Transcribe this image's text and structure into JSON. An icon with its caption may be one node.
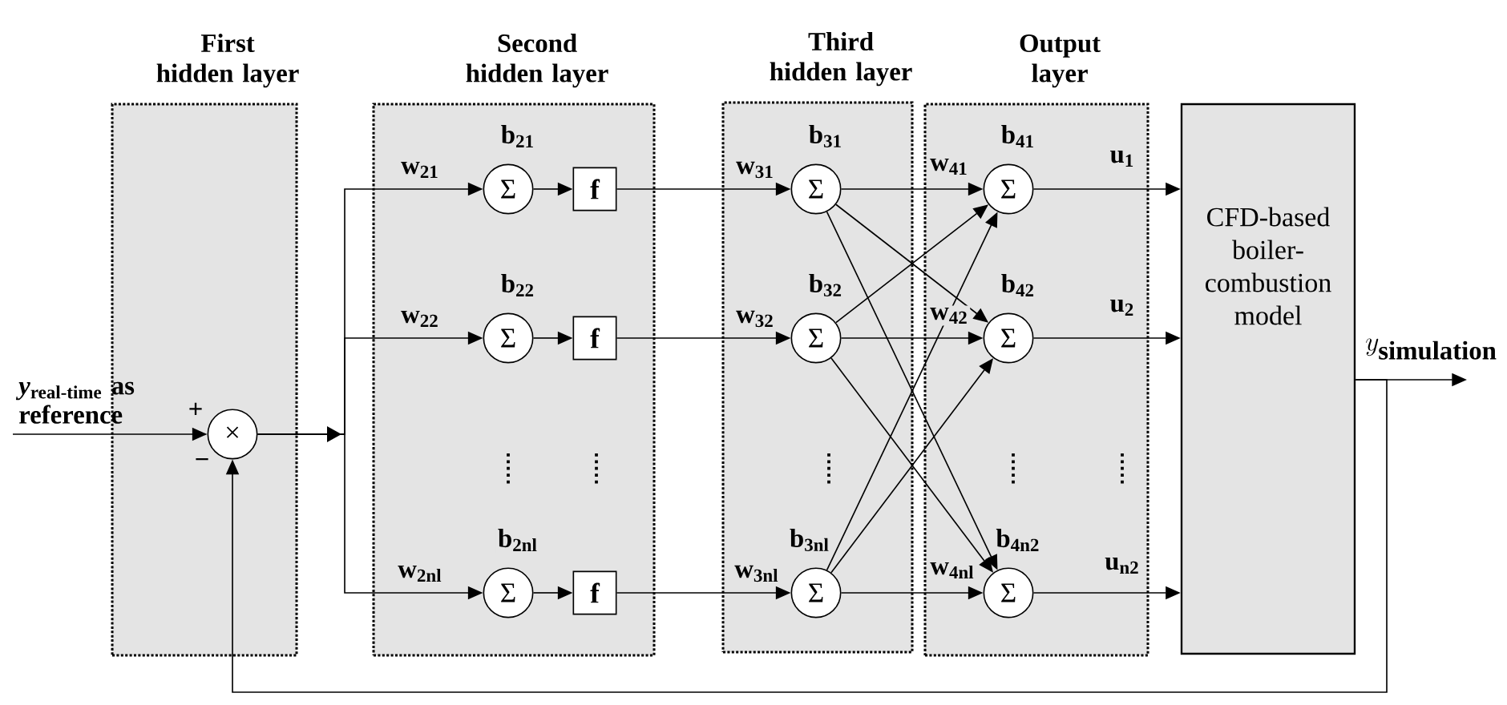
{
  "diagram": {
    "nodes": [
      {
        "text": [
          "First hidden layer"
        ]
      },
      {
        "text": [
          "Second hidden layer"
        ]
      },
      {
        "text": [
          "Third hidden layer"
        ]
      },
      {
        "text": [
          "Output layer"
        ]
      },
      {
        "text": [
          "×"
        ],
        "in": 0,
        "beside": [
          "+",
          "−"
        ]
      },
      {
        "text": [
          "Σ"
        ],
        "in": 1,
        "beside": [
          "b$_{21}$"
        ]
      },
      {
        "text": [
          "f"
        ],
        "in": 1
      },
      {
        "text": [
          "Σ"
        ],
        "in": 1,
        "beside": [
          "b$_{22}$"
        ]
      },
      {
        "text": [
          "f"
        ],
        "in": 1
      },
      {
        "text": [
          "Σ"
        ],
        "in": 1,
        "beside": [
          "b$_{2nl}$"
        ]
      },
      {
        "text": [
          "f"
        ],
        "in": 1
      },
      {
        "text": [
          "Σ"
        ],
        "in": 2,
        "beside": [
          "b$_{31}$"
        ]
      },
      {
        "text": [
          "Σ"
        ],
        "in": 2,
        "beside": [
          "b$_{32}$"
        ]
      },
      {
        "text": [
          "Σ"
        ],
        "in": 2,
        "beside": [
          "b$_{3nl}$"
        ]
      },
      {
        "text": [
          "Σ"
        ],
        "in": 3,
        "beside": [
          "b$_{41}$"
        ]
      },
      {
        "text": [
          "Σ"
        ],
        "in": 3,
        "beside": [
          "b$_{42}$"
        ]
      },
      {
        "text": [
          "Σ"
        ],
        "in": 3,
        "beside": [
          "b$_{4n2}$"
        ]
      },
      {
        "text": [
          "CFD-based boiler-combustion model"
        ]
      }
    ],
    "edges": [
      {
        "from": null,
        "to": 4,
        "arrow": "to",
        "label": "*y*$_{real-time}$ as reference"
      },
      {
        "from": 4,
        "to": 5,
        "arrow": "to",
        "label": "w$_{21}$"
      },
      {
        "from": 4,
        "to": 7,
        "arrow": "to",
        "label": "w$_{22}$"
      },
      {
        "from": 4,
        "to": 9,
        "arrow": "to",
        "label": "w$_{2nl}$"
      },
      {
        "from": 5,
        "to": 6,
        "arrow": "to"
      },
      {
        "from": 7,
        "to": 8,
        "arrow": "to"
      },
      {
        "from": 9,
        "to": 10,
        "arrow": "to"
      },
      {
        "from": 6,
        "to": 11,
        "arrow": "to",
        "label": "w$_{31}$"
      },
      {
        "from": 8,
        "to": 12,
        "arrow": "to",
        "label": "w$_{32}$"
      },
      {
        "from": 10,
        "to": 13,
        "arrow": "to",
        "label": "w$_{3nl}$"
      },
      {
        "from": 11,
        "to": 14,
        "arrow": "to",
        "label": "w$_{41}$"
      },
      {
        "from": 11,
        "to": 15,
        "arrow": "to"
      },
      {
        "from": 11,
        "to": 16,
        "arrow": "to"
      },
      {
        "from": 12,
        "to": 14,
        "arrow": "to"
      },
      {
        "from": 12,
        "to": 15,
        "arrow": "to",
        "label": "w$_{42}$"
      },
      {
        "from": 12,
        "to": 16,
        "arrow": "to"
      },
      {
        "from": 13,
        "to": 14,
        "arrow": "to"
      },
      {
        "from": 13,
        "to": 15,
        "arrow": "to"
      },
      {
        "from": 13,
        "to": 16,
        "arrow": "to",
        "label": "w$_{4nl}$"
      },
      {
        "from": 14,
        "to": 17,
        "arrow": "to",
        "label": "u$_{1}$"
      },
      {
        "from": 15,
        "to": 17,
        "arrow": "to",
        "label": "u$_{2}$"
      },
      {
        "from": 16,
        "to": 17,
        "arrow": "to",
        "label": "u$_{n2}$"
      },
      {
        "from": 17,
        "to": null,
        "arrow": "to",
        "label": "y_{\\textbf{simulation}}"
      },
      {
        "from": 17,
        "to": 4,
        "arrow": "to"
      }
    ]
  }
}
